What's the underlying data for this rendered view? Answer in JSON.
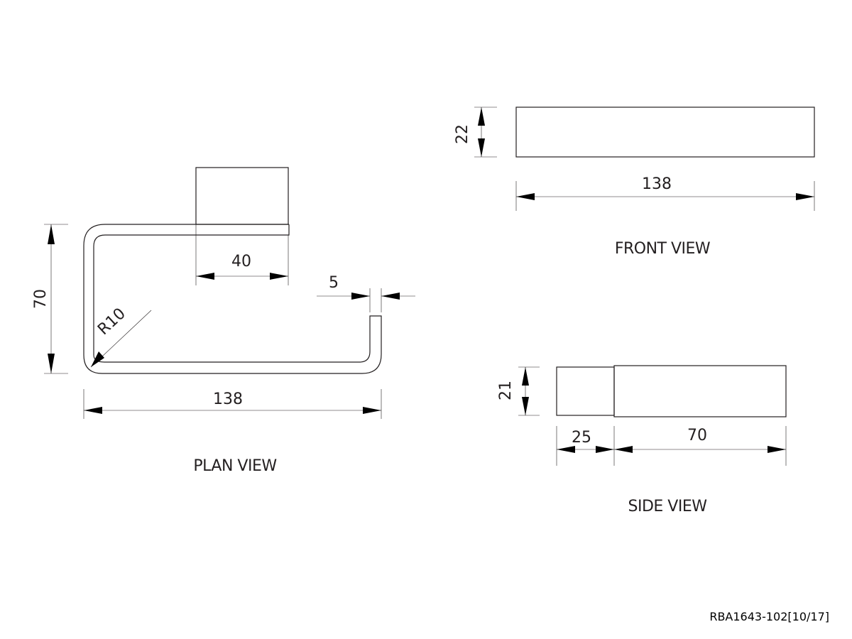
{
  "views": {
    "plan": "PLAN VIEW",
    "front": "FRONT VIEW",
    "side": "SIDE VIEW"
  },
  "dimensions": {
    "plan_height": "70",
    "plan_radius": "R10",
    "plan_mount_width": "40",
    "plan_gap": "5",
    "plan_width": "138",
    "front_height": "22",
    "front_width": "138",
    "side_height": "21",
    "side_base": "25",
    "side_length": "70"
  },
  "drawing_code": "RBA1643-102[10/17]",
  "colors": {
    "line": "#231f20",
    "background": "#ffffff"
  }
}
